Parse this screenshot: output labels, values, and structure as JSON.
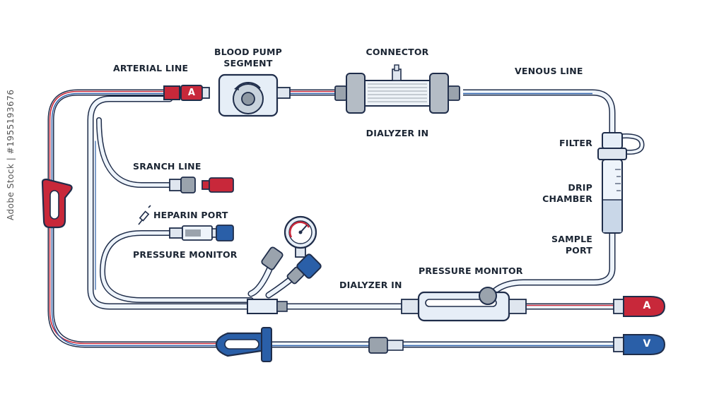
{
  "labels": {
    "arterial_line": "ARTERIAL LINE",
    "blood_pump_segment_1": "BLOOD PUMP",
    "blood_pump_segment_2": "SEGMENT",
    "connector": "CONNECTOR",
    "venous_line": "VENOUS LINE",
    "dialyzer_in_top": "DIALYZER IN",
    "filter": "FILTER",
    "drip_chamber_1": "DRIP",
    "drip_chamber_2": "CHAMBER",
    "branch_line": "SRANCH LINE",
    "heparin_port": "HEPARIN PORT",
    "pressure_monitor_left": "PRESSURE MONITOR",
    "sample_port_1": "SAMPLE",
    "sample_port_2": "PORT",
    "pressure_monitor_bottom": "PRESSURE MONITOR",
    "dialyzer_in_bottom": "DIALYZER IN"
  },
  "connector_marks": {
    "arterial_top": "A",
    "arterial_end": "A",
    "venous_end": "V"
  },
  "watermark": "Adobe Stock | #1955193676",
  "colors": {
    "outline": "#1f2d4a",
    "tube_fill": "#eef4fb",
    "arterial_red": "#c8283a",
    "venous_blue": "#2a5fa8",
    "device_fill": "#e6eef7",
    "grey_part": "#9aa3ad"
  }
}
